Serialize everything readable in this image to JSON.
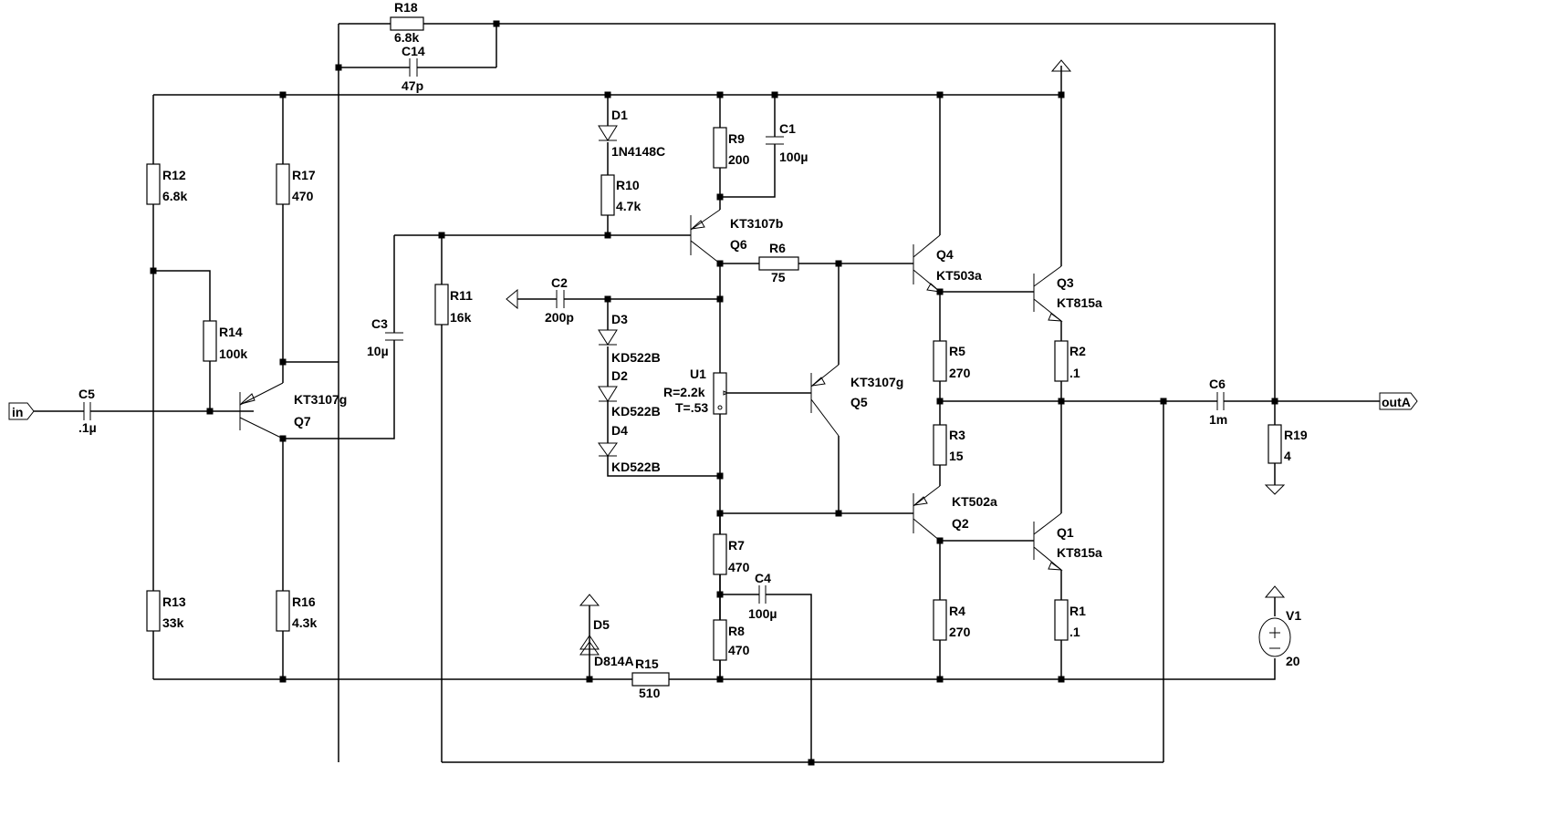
{
  "schematic": {
    "ports": {
      "in": "in",
      "out": "outA"
    },
    "resistors": {
      "R1": {
        "name": "R1",
        "value": ".1"
      },
      "R2": {
        "name": "R2",
        "value": ".1"
      },
      "R3": {
        "name": "R3",
        "value": "15"
      },
      "R4": {
        "name": "R4",
        "value": "270"
      },
      "R5": {
        "name": "R5",
        "value": "270"
      },
      "R6": {
        "name": "R6",
        "value": "75"
      },
      "R7": {
        "name": "R7",
        "value": "470"
      },
      "R8": {
        "name": "R8",
        "value": "470"
      },
      "R9": {
        "name": "R9",
        "value": "200"
      },
      "R10": {
        "name": "R10",
        "value": "4.7k"
      },
      "R11": {
        "name": "R11",
        "value": "16k"
      },
      "R12": {
        "name": "R12",
        "value": "6.8k"
      },
      "R13": {
        "name": "R13",
        "value": "33k"
      },
      "R14": {
        "name": "R14",
        "value": "100k"
      },
      "R15": {
        "name": "R15",
        "value": "510"
      },
      "R16": {
        "name": "R16",
        "value": "4.3k"
      },
      "R17": {
        "name": "R17",
        "value": "470"
      },
      "R18": {
        "name": "R18",
        "value": "6.8k"
      },
      "R19": {
        "name": "R19",
        "value": "4"
      }
    },
    "capacitors": {
      "C1": {
        "name": "C1",
        "value": "100µ"
      },
      "C2": {
        "name": "C2",
        "value": "200p"
      },
      "C3": {
        "name": "C3",
        "value": "10µ"
      },
      "C4": {
        "name": "C4",
        "value": "100µ"
      },
      "C5": {
        "name": "C5",
        "value": ".1µ"
      },
      "C6": {
        "name": "C6",
        "value": "1m"
      },
      "C14": {
        "name": "C14",
        "value": "47p"
      }
    },
    "diodes": {
      "D1": {
        "name": "D1",
        "model": "1N4148C"
      },
      "D2": {
        "name": "D2",
        "model": "KD522B"
      },
      "D3": {
        "name": "D3",
        "model": "KD522B"
      },
      "D4": {
        "name": "D4",
        "model": "KD522B"
      },
      "D5": {
        "name": "D5",
        "model": "D814A"
      }
    },
    "transistors": {
      "Q1": {
        "name": "Q1",
        "model": "KT815a"
      },
      "Q2": {
        "name": "Q2",
        "model": "KT502a"
      },
      "Q3": {
        "name": "Q3",
        "model": "KT815a"
      },
      "Q4": {
        "name": "Q4",
        "model": "KT503a"
      },
      "Q5": {
        "name": "Q5",
        "model": "KT3107g"
      },
      "Q6": {
        "name": "Q6",
        "model": "KT3107b"
      },
      "Q7": {
        "name": "Q7",
        "model": "KT3107g"
      }
    },
    "potentiometer": {
      "name": "U1",
      "resistance": "R=2.2k",
      "tap": "T=.53"
    },
    "source": {
      "name": "V1",
      "value": "20"
    }
  }
}
